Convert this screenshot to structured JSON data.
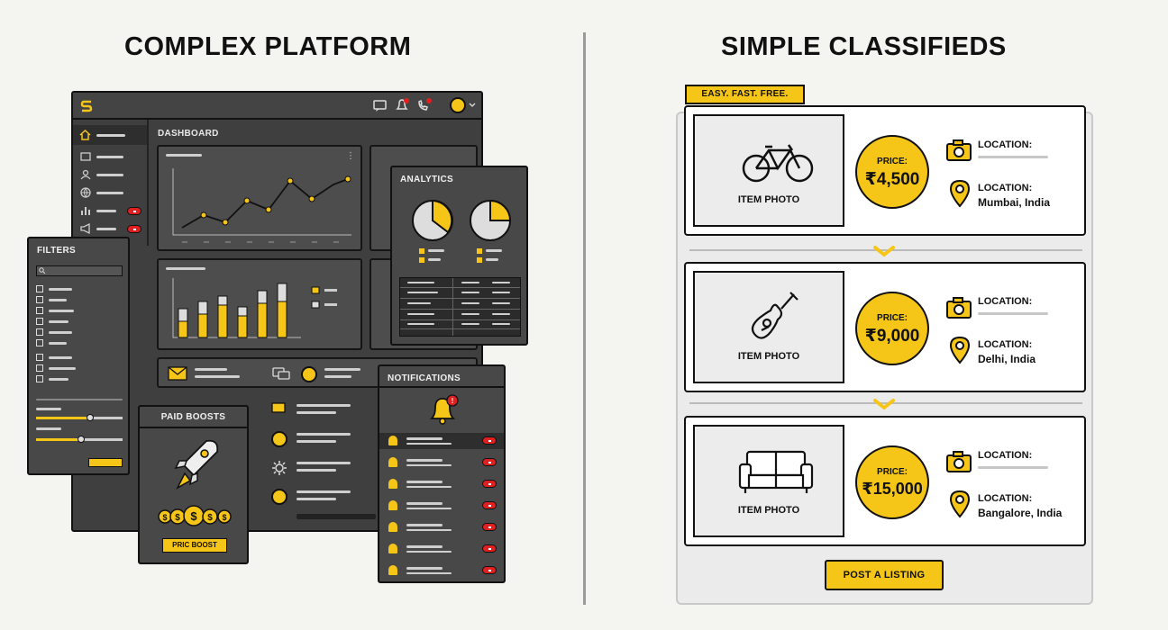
{
  "left": {
    "heading": "COMPLEX PLATFORM",
    "dashboard_title": "DASHBOARD",
    "analytics_title": "ANALYTICS",
    "filters_title": "FILTERS",
    "notifications_title": "NOTIFICATIONS",
    "boosts_title": "PAID BOOSTS",
    "boost_button": "PRIC BOOST"
  },
  "right": {
    "heading": "SIMPLE CLASSIFIEDS",
    "tagline": "EASY. FAST. FREE.",
    "listings": [
      {
        "photo_label": "ITEM PHOTO",
        "price_label": "PRICE:",
        "price": "₹4,500",
        "location_label_1": "LOCATION:",
        "location_label_2": "LOCATION:",
        "location": "Mumbai, India",
        "icon": "bicycle-icon"
      },
      {
        "photo_label": "ITEM PHOTO",
        "price_label": "PRICE:",
        "price": "₹9,000",
        "location_label_1": "LOCATION:",
        "location_label_2": "LOCATION:",
        "location": "Delhi, India",
        "icon": "guitar-icon"
      },
      {
        "photo_label": "ITEM PHOTO",
        "price_label": "PRICE:",
        "price": "₹15,000",
        "location_label_1": "LOCATION:",
        "location_label_2": "LOCATION:",
        "location": "Bangalore, India",
        "icon": "sofa-icon"
      }
    ],
    "post_button": "POST A LISTING"
  },
  "colors": {
    "accent": "#f5c518",
    "dark": "#3f3f3f",
    "alert": "#e02020"
  }
}
